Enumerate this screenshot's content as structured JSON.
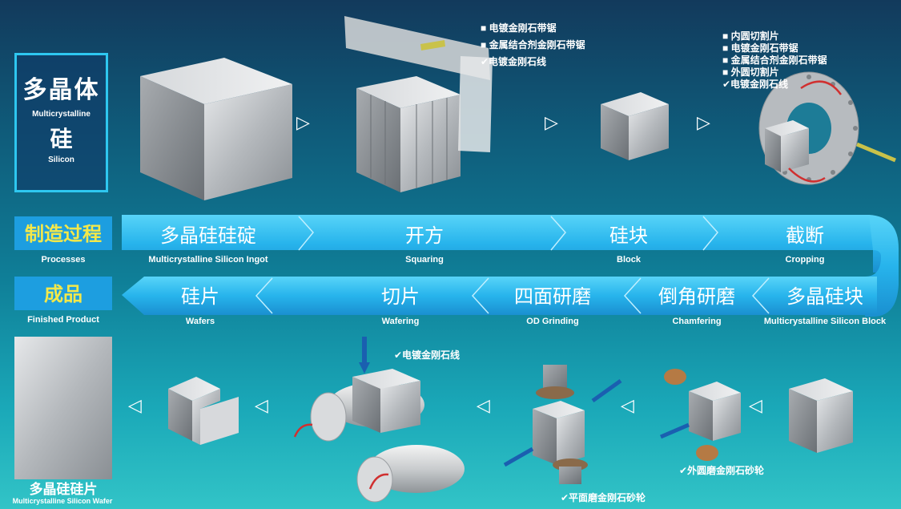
{
  "title": {
    "cn_main": "多晶体",
    "en_main": "Multicrystalline",
    "cn_sub": "硅",
    "en_sub": "Silicon"
  },
  "left_labels": {
    "process_cn": "制造过程",
    "process_en": "Processes",
    "product_cn": "成品",
    "product_en": "Finished Product"
  },
  "top_steps": [
    {
      "cn": "多晶硅硅碇",
      "en": "Multicrystalline Silicon Ingot"
    },
    {
      "cn": "开方",
      "en": "Squaring"
    },
    {
      "cn": "硅块",
      "en": "Block"
    },
    {
      "cn": "截断",
      "en": "Cropping"
    }
  ],
  "bottom_steps": [
    {
      "cn": "硅片",
      "en": "Wafers"
    },
    {
      "cn": "切片",
      "en": "Wafering"
    },
    {
      "cn": "四面研磨",
      "en": "OD Grinding"
    },
    {
      "cn": "倒角研磨",
      "en": "Chamfering"
    },
    {
      "cn": "多晶硅块",
      "en": "Multicrystalline Silicon Block"
    }
  ],
  "tools_squaring": [
    "■ 电镀金刚石带锯",
    "■ 金属结合剂金刚石带锯",
    "✔电镀金刚石线"
  ],
  "tools_cropping": [
    "■ 内圆切割片",
    "■ 电镀金刚石带锯",
    "■ 金属结合剂金刚石带锯",
    "■ 外圆切割片",
    "✔电镀金刚石线"
  ],
  "tool_wafering": "✔电镀金刚石线",
  "tool_grinding": "✔平面磨金刚石砂轮",
  "tool_chamfering": "✔外圆磨金刚石砂轮",
  "final_product": {
    "cn": "多晶硅硅片",
    "en": "Multicrystalline Silicon Wafer"
  },
  "arrows": {
    "right": "▷",
    "left": "◁"
  },
  "colors": {
    "band": "#29b8ee",
    "band_dark": "#1a8fd0",
    "border": "#2ec7f0",
    "accent": "#f3e84a"
  }
}
